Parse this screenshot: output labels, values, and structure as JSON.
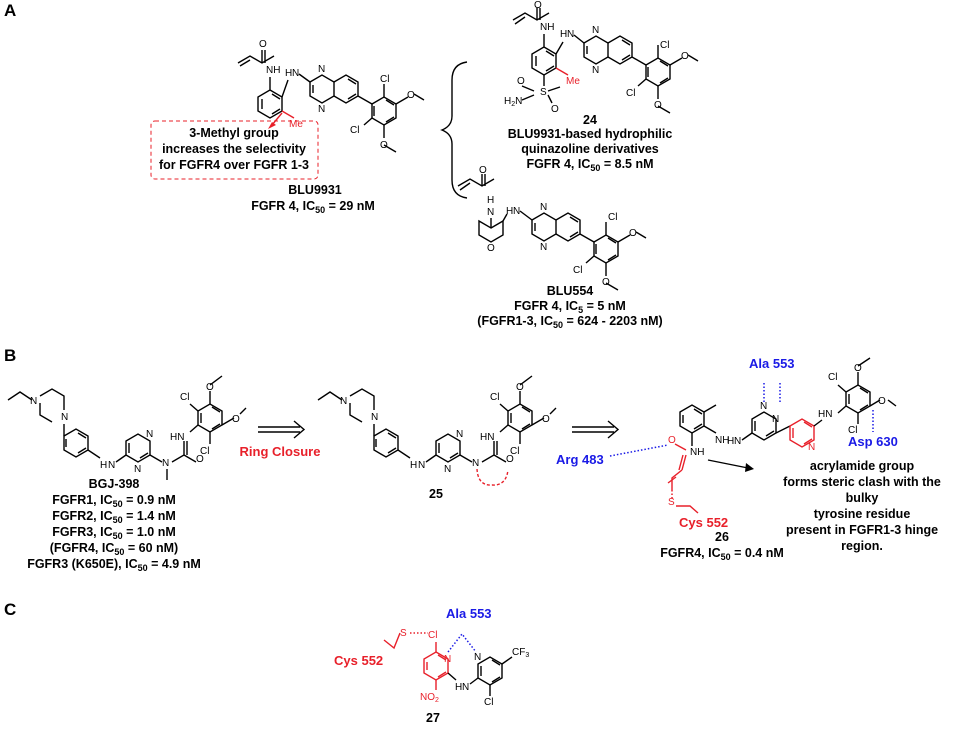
{
  "panels": {
    "a": "A",
    "b": "B",
    "c": "C"
  },
  "panel_a": {
    "callout_line1": "3-Methyl group",
    "callout_line2": "increases the selectivity",
    "callout_line3": "for FGFR4 over FGFR 1-3",
    "blu9931_name": "BLU9931",
    "blu9931_ic50_pre": "FGFR 4, IC",
    "blu9931_ic50_sub": "50",
    "blu9931_ic50_post": " = 29 nM",
    "c24_name": "24",
    "c24_line1": "BLU9931-based hydrophilic",
    "c24_line2": "quinazoline derivatives",
    "c24_ic50_pre": "FGFR 4, IC",
    "c24_ic50_sub": "50",
    "c24_ic50_post": " = 8.5 nM",
    "blu554_name": "BLU554",
    "blu554_ic50_pre": "FGFR 4, IC",
    "blu554_ic50_sub": "5",
    "blu554_ic50_post": " = 5 nM",
    "blu554_range_pre": "(FGFR1-3, IC",
    "blu554_range_sub": "50",
    "blu554_range_post": " = 624 - 2203 nM)"
  },
  "panel_b": {
    "bgj_name": "BGJ-398",
    "bgj_lines": [
      {
        "pre": "FGFR1, IC",
        "sub": "50",
        "post": " = 0.9 nM"
      },
      {
        "pre": "FGFR2, IC",
        "sub": "50",
        "post": " = 1.4 nM"
      },
      {
        "pre": "FGFR3, IC",
        "sub": "50",
        "post": " = 1.0 nM"
      },
      {
        "pre": "(FGFR4, IC",
        "sub": "50",
        "post": " = 60 nM)"
      },
      {
        "pre": "FGFR3 (K650E), IC",
        "sub": "50",
        "post": " = 4.9 nM"
      }
    ],
    "ring_closure": "Ring Closure",
    "c25_name": "25",
    "ala553": "Ala 553",
    "asp630": "Asp 630",
    "arg483": "Arg 483",
    "cys552": "Cys 552",
    "c26_name": "26",
    "c26_ic50_pre": "FGFR4, IC",
    "c26_ic50_sub": "50",
    "c26_ic50_post": " = 0.4 nM",
    "note_lines": [
      "acrylamide  group",
      "forms steric clash with the",
      "bulky",
      "tyrosine residue",
      "present in FGFR1-3 hinge",
      "region."
    ]
  },
  "panel_c": {
    "ala553": "Ala 553",
    "cys552": "Cys 552",
    "c27_name": "27"
  },
  "atoms": {
    "O": "O",
    "N": "N",
    "NH": "NH",
    "HN": "HN",
    "H": "H",
    "Cl": "Cl",
    "Me": "Me",
    "S": "S",
    "CF3": "CF",
    "CF3_sub": "3",
    "NO2": "NO",
    "NO2_sub": "2",
    "H2N": "H",
    "H2N_sub": "2",
    "H2N_N": "N",
    "N_methyl": "N"
  }
}
